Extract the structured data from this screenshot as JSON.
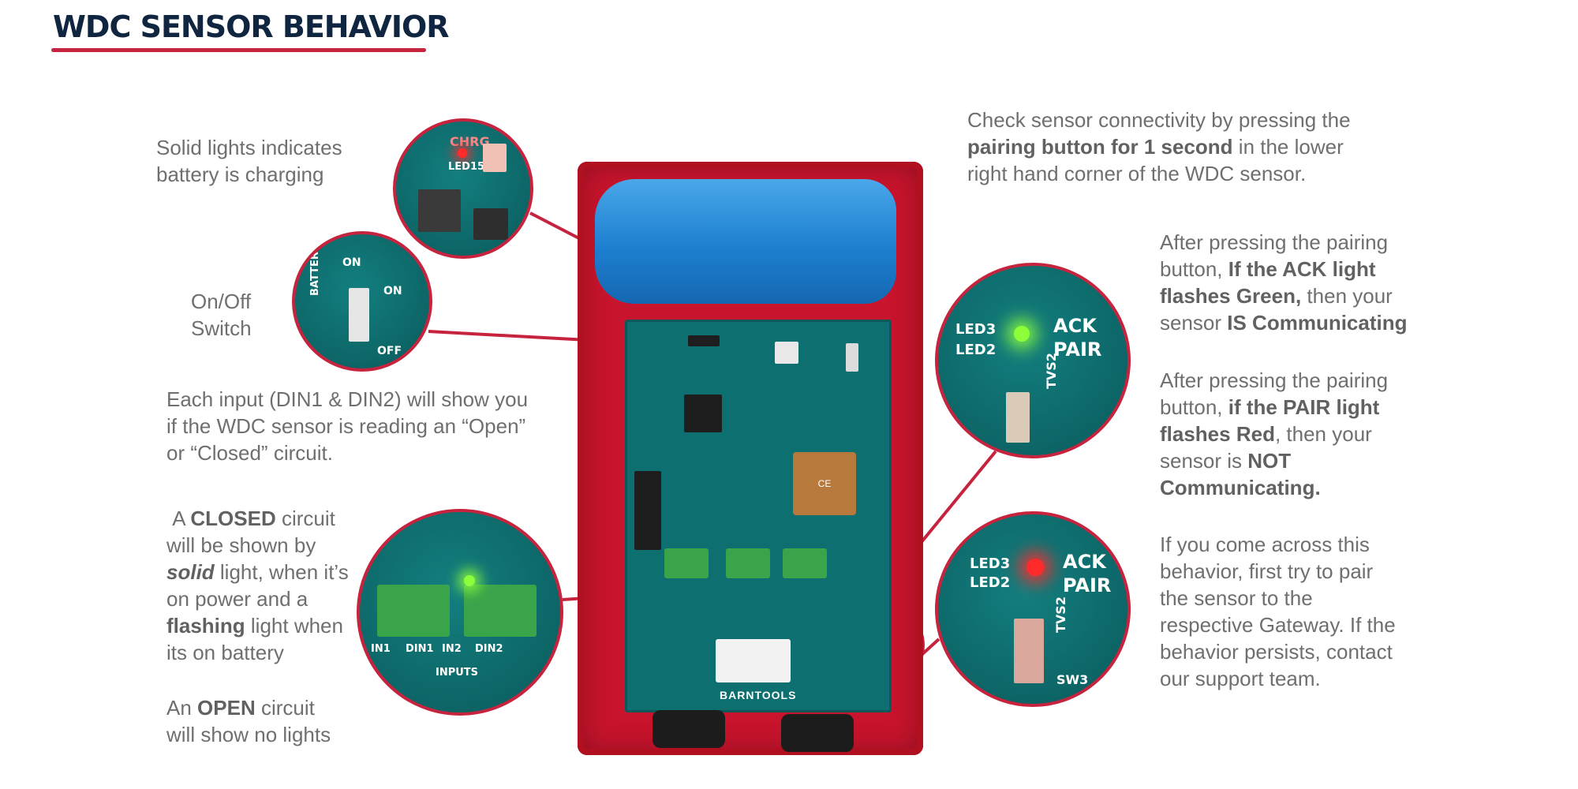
{
  "page": {
    "title": "WDC SENSOR BEHAVIOR"
  },
  "left_notes": {
    "charging": [
      "Solid lights indicates",
      "battery is charging"
    ],
    "switch": [
      "On/Off",
      "Switch"
    ],
    "inputs": [
      "Each input (DIN1 & DIN2) will show you",
      "if the WDC sensor is reading an “Open”",
      "or “Closed” circuit."
    ],
    "closed": {
      "line1_pre": "A ",
      "line1_bold": "CLOSED",
      "line1_post": " circuit",
      "line2": "will be shown by",
      "line3_em": "solid",
      "line3_post": " light, when it’s",
      "line4": "on power and a",
      "line5_bold": "flashing",
      "line5_post": " light when",
      "line6": "its on battery"
    },
    "open": {
      "line1_pre": "An ",
      "line1_bold": "OPEN",
      "line1_post": " circuit",
      "line2": "will show no lights"
    }
  },
  "right_notes": {
    "check": {
      "line1": "Check sensor connectivity by pressing the",
      "line2_bold": "pairing button for 1 second",
      "line2_post": " in the lower",
      "line3": "right hand corner of the WDC sensor."
    },
    "ack": {
      "line1": "After pressing the pairing",
      "line2_pre": "button, ",
      "line2_bold": "If the ACK light",
      "line3_bold": "flashes Green,",
      "line3_post": " then your",
      "line4_pre": "sensor ",
      "line4_bold": "IS Communicating"
    },
    "pair": {
      "line1": "After pressing the pairing",
      "line2_pre": "button, ",
      "line2_bold": "if the PAIR light",
      "line3_bold": "flashes Red",
      "line3_post": ", then your",
      "line4_pre": "sensor is ",
      "line4_bold": "NOT",
      "line5_bold": "Communicating."
    },
    "help": [
      "If you come across this",
      "behavior, first try to pair",
      "the sensor to the",
      "respective Gateway. If the",
      "behavior persists, contact",
      "our support team."
    ]
  },
  "board_labels": {
    "chrg": "CHRG",
    "led15": "LED15",
    "on": "ON",
    "off": "OFF",
    "battery": "BATTERY",
    "led3": "LED3",
    "led2": "LED2",
    "ack": "ACK",
    "pair": "PAIR",
    "tvs2": "TVS2",
    "sw3": "SW3",
    "inputs": "INPUTS",
    "in1": "IN1",
    "din1": "DIN1",
    "in2": "IN2",
    "din2": "DIN2",
    "brand": "BARNTOOLS",
    "ce": "CE"
  },
  "colors": {
    "accent_red": "#c6243e",
    "title_navy": "#0f2540",
    "text_gray": "#6f6f6f",
    "led_green": "#8cff3a",
    "led_red": "#ff2a2a",
    "enclosure_red": "#c8142c",
    "pcb_teal": "#0e6f70",
    "battery_blue": "#1d7fd0"
  }
}
